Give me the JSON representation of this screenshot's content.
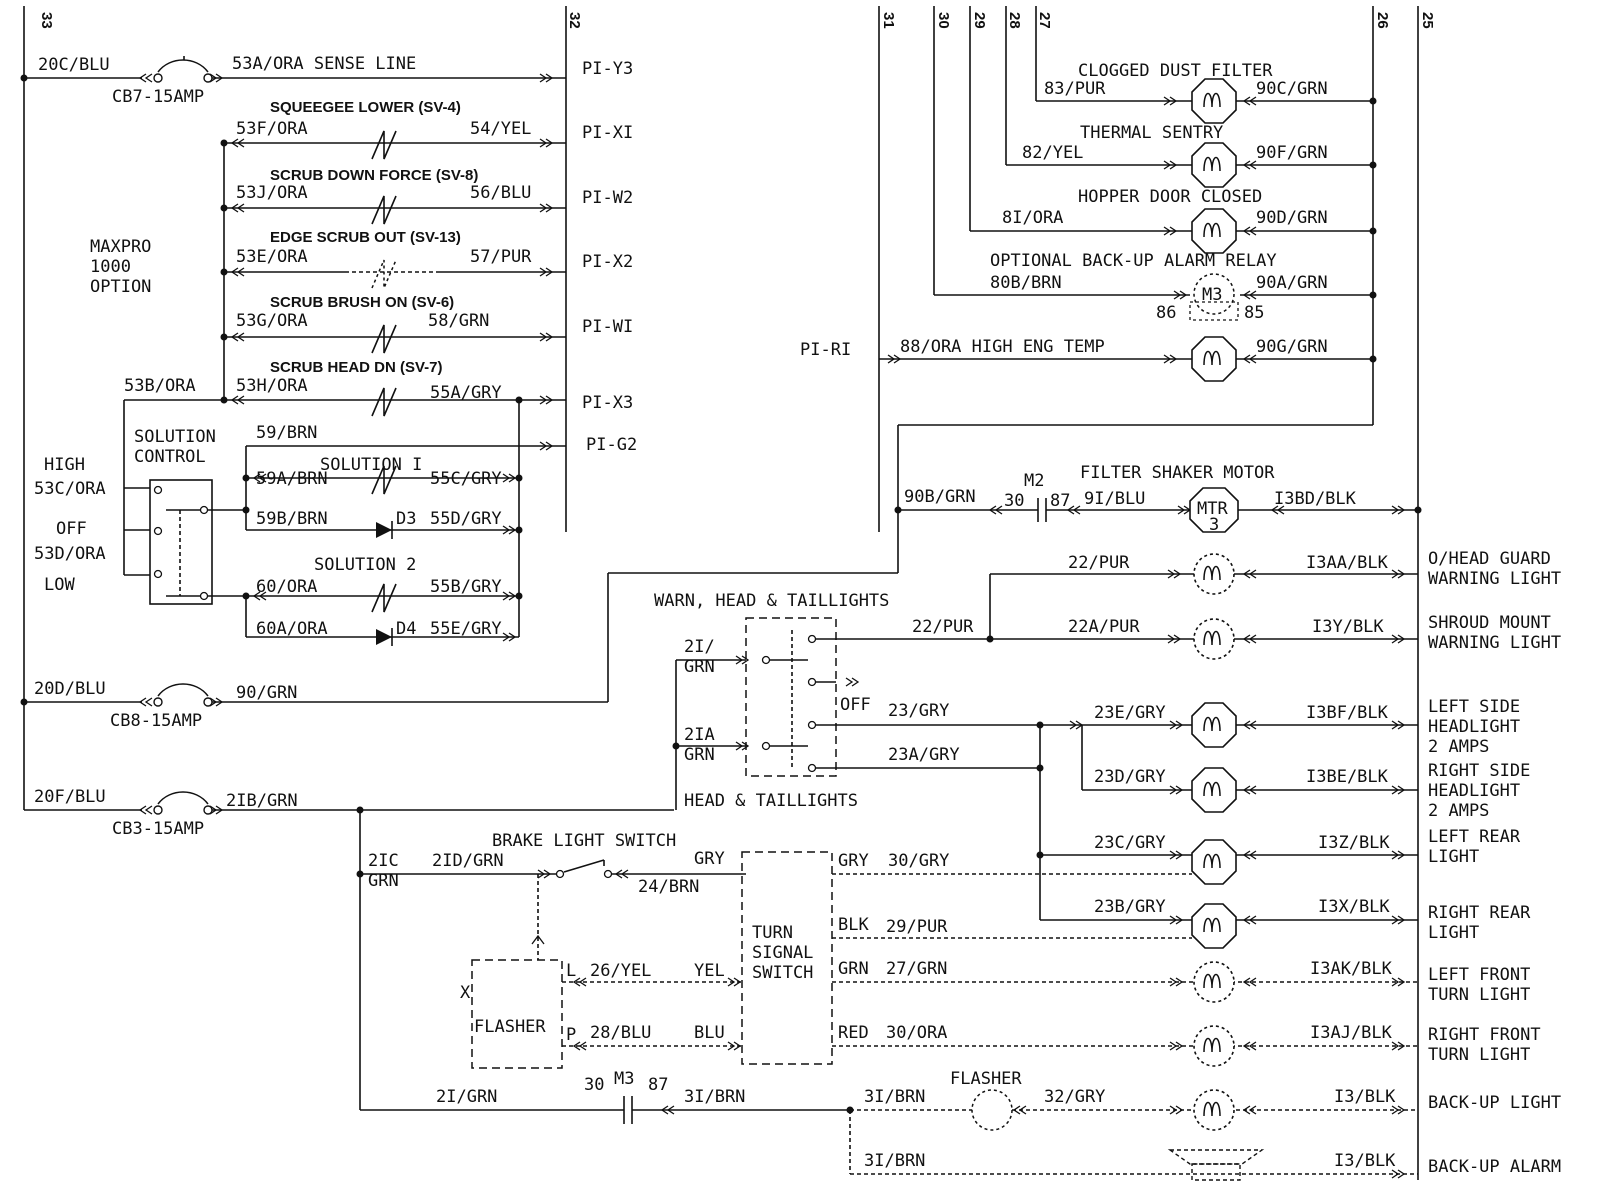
{
  "buses": [
    "33",
    "32",
    "31",
    "30",
    "29",
    "28",
    "27",
    "26",
    "25"
  ],
  "labels": {
    "l_20c": "20C/BLU",
    "l_53a": "53A/ORA SENSE LINE",
    "l_cb7": "CB7-15AMP",
    "l_piy3": "PI-Y3",
    "l_sv4": "SQUEEGEE LOWER (SV-4)",
    "l_53f": "53F/ORA",
    "l_54": "54/YEL",
    "l_pix1": "PI-XI",
    "l_sv8": "SCRUB DOWN FORCE (SV-8)",
    "l_53j": "53J/ORA",
    "l_56": "56/BLU",
    "l_piw2": "PI-W2",
    "l_sv13": "EDGE SCRUB OUT (SV-13)",
    "l_53e": "53E/ORA",
    "l_57": "57/PUR",
    "l_pix2": "PI-X2",
    "l_sv6": "SCRUB BRUSH ON (SV-6)",
    "l_53g": "53G/ORA",
    "l_58": "58/GRN",
    "l_piw1": "PI-WI",
    "l_sv7": "SCRUB HEAD DN (SV-7)",
    "l_53b": "53B/ORA",
    "l_53h": "53H/ORA",
    "l_55a": "55A/GRY",
    "l_pix3": "PI-X3",
    "l_max1": "MAXPRO",
    "l_max2": "1000",
    "l_max3": "OPTION",
    "l_59": "59/BRN",
    "l_pig2": "PI-G2",
    "l_solc1": "SOLUTION",
    "l_solc2": "CONTROL",
    "l_sol1": "SOLUTION I",
    "l_59a": "59A/BRN",
    "l_55c": "55C/GRY",
    "l_59b": "59B/BRN",
    "l_d3": "D3",
    "l_55d": "55D/GRY",
    "l_high": "HIGH",
    "l_53c": "53C/ORA",
    "l_off": "OFF",
    "l_53d": "53D/ORA",
    "l_low": "LOW",
    "l_sol2": "SOLUTION 2",
    "l_60": "60/ORA",
    "l_55b": "55B/GRY",
    "l_60a": "60A/ORA",
    "l_d4": "D4",
    "l_55e": "55E/GRY",
    "l_20d": "20D/BLU",
    "l_90": "90/GRN",
    "l_cb8": "CB8-15AMP",
    "l_20f": "20F/BLU",
    "l_21b": "2IB/GRN",
    "l_cb3": "CB3-15AMP",
    "l_cdf": "CLOGGED DUST FILTER",
    "l_83": "83/PUR",
    "l_90c": "90C/GRN",
    "l_ts": "THERMAL SENTRY",
    "l_82": "82/YEL",
    "l_90f": "90F/GRN",
    "l_hdc": "HOPPER DOOR CLOSED",
    "l_81": "8I/ORA",
    "l_90d": "90D/GRN",
    "l_obar": "OPTIONAL BACK-UP ALARM RELAY",
    "l_80b": "80B/BRN",
    "l_m3": "M3",
    "l_86": "86",
    "l_85": "85",
    "l_90a": "90A/GRN",
    "l_pir1": "PI-RI",
    "l_88": "88/ORA HIGH ENG TEMP",
    "l_90g": "90G/GRN",
    "l_fsm": "FILTER SHAKER MOTOR",
    "l_90b": "90B/GRN",
    "l_30a": "30",
    "l_m2": "M2",
    "l_87a": "87",
    "l_91": "9I/BLU",
    "l_mtr": "MTR",
    "l_mtr3": "3",
    "l_13bd": "I3BD/BLK",
    "l_22": "22/PUR",
    "l_13aa": "I3AA/BLK",
    "l_ohg1": "O/HEAD GUARD",
    "l_ohg2": "WARNING LIGHT",
    "l_wht": "WARN, HEAD & TAILLIGHTS",
    "l_22b": "22/PUR",
    "l_22a": "22A/PUR",
    "l_13y": "I3Y/BLK",
    "l_smw1": "SHROUD MOUNT",
    "l_smw2": "WARNING LIGHT",
    "l_21": "2I/",
    "l_21g": "GRN",
    "l_off2": "OFF",
    "l_23": "23/GRY",
    "l_23e": "23E/GRY",
    "l_13bf": "I3BF/BLK",
    "l_lsh1": "LEFT SIDE",
    "l_lsh2": "HEADLIGHT",
    "l_lsh3": "2 AMPS",
    "l_21a": "2IA",
    "l_21ag": "GRN",
    "l_23a": "23A/GRY",
    "l_23d": "23D/GRY",
    "l_13be": "I3BE/BLK",
    "l_rsh1": "RIGHT SIDE",
    "l_rsh2": "HEADLIGHT",
    "l_rsh3": "2 AMPS",
    "l_ht": "HEAD & TAILLIGHTS",
    "l_bls": "BRAKE LIGHT SWITCH",
    "l_21c": "2IC",
    "l_21cg": "GRN",
    "l_21d": "2ID/GRN",
    "l_24": "24/BRN",
    "l_gry": "GRY",
    "l_gry2": "GRY",
    "l_30g": "30/GRY",
    "l_23c": "23C/GRY",
    "l_13z": "I3Z/BLK",
    "l_lr1": "LEFT REAR",
    "l_lr2": "LIGHT",
    "l_ts1": "TURN",
    "l_ts2": "SIGNAL",
    "l_ts3": "SWITCH",
    "l_blk": "BLK",
    "l_29": "29/PUR",
    "l_23b": "23B/GRY",
    "l_13x": "I3X/BLK",
    "l_rr1": "RIGHT REAR",
    "l_rr2": "LIGHT",
    "l_x": "X",
    "l_flasher": "FLASHER",
    "l_L": "L",
    "l_26": "26/YEL",
    "l_yel": "YEL",
    "l_grn": "GRN",
    "l_27": "27/GRN",
    "l_13ak": "I3AK/BLK",
    "l_lf1": "LEFT FRONT",
    "l_lf2": "TURN LIGHT",
    "l_P": "P",
    "l_28": "28/BLU",
    "l_blu": "BLU",
    "l_red": "RED",
    "l_30o": "30/ORA",
    "l_13aj": "I3AJ/BLK",
    "l_rf1": "RIGHT FRONT",
    "l_rf2": "TURN LIGHT",
    "l_21gr": "2I/GRN",
    "l_30b": "30",
    "l_m3b": "M3",
    "l_87b": "87",
    "l_31": "3I/BRN",
    "l_31b": "3I/BRN",
    "l_flasher2": "FLASHER",
    "l_32": "32/GRY",
    "l_13": "I3/BLK",
    "l_bul": "BACK-UP LIGHT",
    "l_31c": "3I/BRN",
    "l_13c": "I3/BLK",
    "l_bua": "BACK-UP ALARM"
  }
}
